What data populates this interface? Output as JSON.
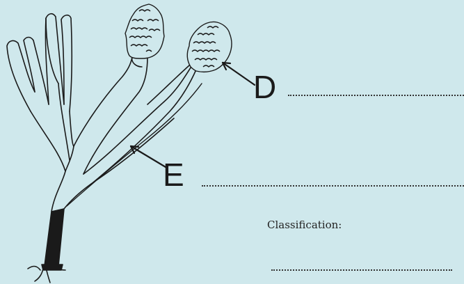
{
  "labels": {
    "d": "D",
    "e": "E"
  },
  "classification": {
    "label": "Classification:"
  },
  "colors": {
    "background": "#cfe8ec",
    "ink": "#1a1a1a"
  }
}
